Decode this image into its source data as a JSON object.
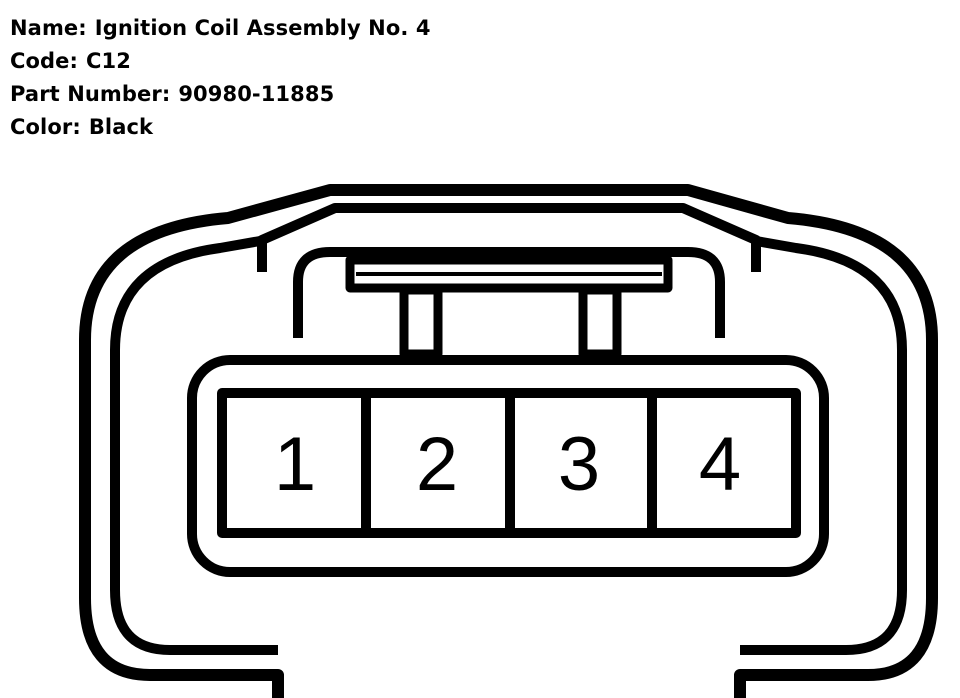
{
  "info": {
    "name_label": "Name:",
    "name_value": "Ignition Coil Assembly No. 4",
    "code_label": "Code:",
    "code_value": "C12",
    "part_label": "Part Number:",
    "part_value": "90980-11885",
    "color_label": "Color:",
    "color_value": "Black"
  },
  "connector": {
    "pins": [
      "1",
      "2",
      "3",
      "4"
    ]
  }
}
